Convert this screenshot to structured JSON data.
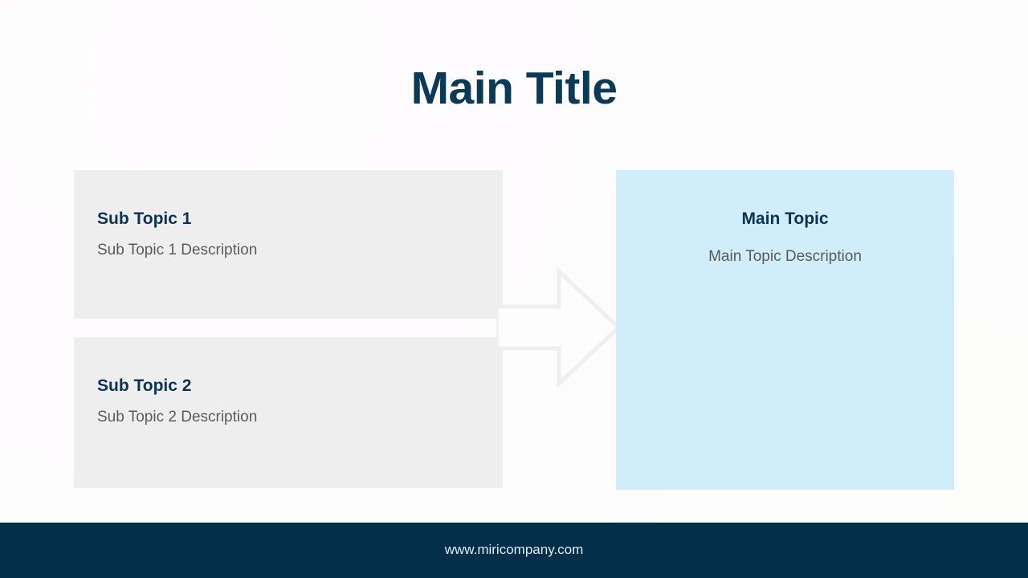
{
  "slide": {
    "title": "Main Title",
    "background_color": "#fdfcfd",
    "accent_color": "#0b3a57"
  },
  "sub_topics": [
    {
      "title": "Sub Topic 1",
      "description": "Sub Topic 1 Description",
      "background_color": "#eeeeee"
    },
    {
      "title": "Sub Topic 2",
      "description": "Sub Topic 2 Description",
      "background_color": "#eeeeee"
    }
  ],
  "connector": {
    "icon": "arrow-right-icon",
    "direction": "right",
    "stroke_color": "#eef0f2"
  },
  "main_topic": {
    "title": "Main Topic",
    "description": "Main Topic Description",
    "background_color": "#cfedfb"
  },
  "footer": {
    "website": "www.miricompany.com",
    "background_color": "#042f4b",
    "text_color": "#dfeaf1"
  }
}
